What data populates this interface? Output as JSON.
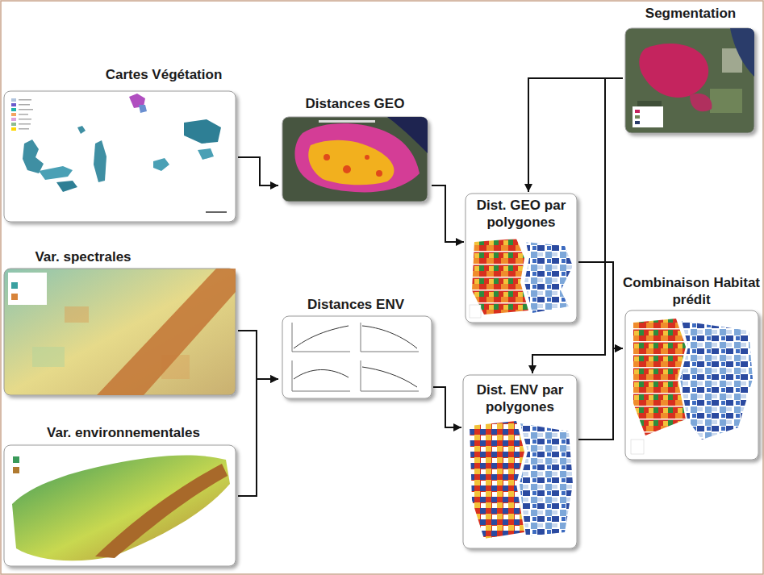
{
  "diagram": {
    "nodes": [
      {
        "text": [
          "Cartes Végétation"
        ]
      },
      {
        "text": [
          "Distances GEO"
        ]
      },
      {
        "text": [
          "Segmentation"
        ]
      },
      {
        "text": [
          "Dist. GEO par polygones"
        ]
      },
      {
        "text": [
          "Var. spectrales"
        ]
      },
      {
        "text": [
          "Distances ENV"
        ]
      },
      {
        "text": [
          "Combinaison Habitat prédit"
        ]
      },
      {
        "text": [
          "Var. environnementales"
        ]
      },
      {
        "text": [
          "Dist. ENV par polygones"
        ]
      }
    ],
    "edges": [
      {
        "from": 0,
        "to": 1,
        "arrow": "to"
      },
      {
        "from": 1,
        "to": 3,
        "arrow": "to"
      },
      {
        "from": 4,
        "to": 5,
        "arrow": "to"
      },
      {
        "from": 7,
        "to": 5,
        "arrow": "to"
      },
      {
        "from": 5,
        "to": 8,
        "arrow": "to"
      },
      {
        "from": 2,
        "to": 3,
        "arrow": "to"
      },
      {
        "from": 2,
        "to": 8,
        "arrow": "to"
      },
      {
        "from": 3,
        "to": 6,
        "arrow": "to"
      },
      {
        "from": 8,
        "to": 6,
        "arrow": "to"
      }
    ]
  }
}
